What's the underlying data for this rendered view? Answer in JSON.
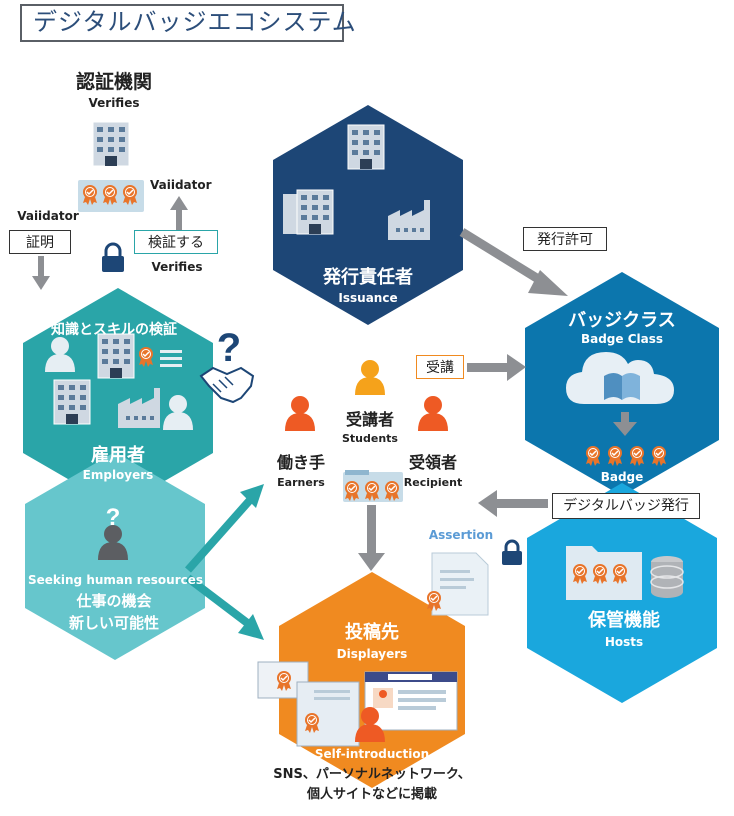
{
  "title": "デジタルバッジエコシステム",
  "colors": {
    "issuer": "#1d4676",
    "badge_class": "#0c76ad",
    "hosts": "#1aa7dd",
    "employers": "#2aa5a8",
    "seeking": "#66c6cc",
    "displayers": "#f08a20",
    "person_orange": "#f5a21b",
    "person_red": "#ee5a24",
    "arrow_gray": "#8d8f93",
    "arrow_teal": "#2aa5a8",
    "badge_orange": "#e8742a"
  },
  "certifier": {
    "label_jp": "認証機関",
    "label_en": "Verifies",
    "validator_left": "Vaiidator",
    "validator_right": "Vaiidator",
    "prove_box": "証明",
    "verify_box": "検証する",
    "verifies_below": "Verifies"
  },
  "issuer": {
    "label_jp": "発行責任者",
    "label_en": "Issuance",
    "permit_box": "発行許可"
  },
  "badge_class": {
    "label_jp": "バッジクラス",
    "label_en": "Badge Class",
    "badge_label": "Badge",
    "enroll_box": "受講"
  },
  "employers": {
    "heading": "知識とスキルの検証",
    "label_jp": "雇用者",
    "label_en": "Employers"
  },
  "seeking": {
    "line1": "Seeking human resources",
    "line2": "仕事の機会",
    "line3": "新しい可能性"
  },
  "center": {
    "students_jp": "受講者",
    "students_en": "Students",
    "earners_jp": "働き手",
    "earners_en": "Earners",
    "recipient_jp": "受領者",
    "recipient_en": "Recipient"
  },
  "hosts": {
    "issue_box": "デジタルバッジ発行",
    "label_jp": "保管機能",
    "label_en": "Hosts",
    "assertion": "Assertion"
  },
  "displayers": {
    "label_jp": "投稿先",
    "label_en": "Displayers",
    "self_intro": "Self-introduction",
    "caption_line1": "SNS、パーソナルネットワーク、",
    "caption_line2": "個人サイトなどに掲載"
  }
}
